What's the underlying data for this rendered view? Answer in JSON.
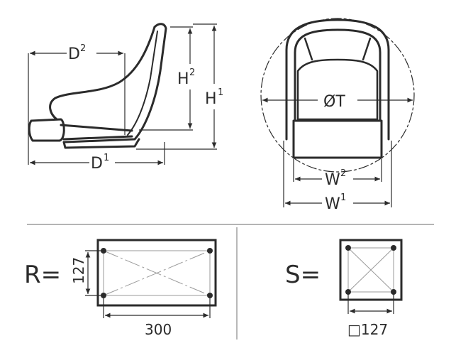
{
  "side_view": {
    "d2": {
      "base": "D",
      "sup": "2"
    },
    "d1": {
      "base": "D",
      "sup": "1"
    },
    "h2": {
      "base": "H",
      "sup": "2"
    },
    "h1": {
      "base": "H",
      "sup": "1"
    }
  },
  "front_view": {
    "diameter": "ØT",
    "w2": {
      "base": "W",
      "sup": "2"
    },
    "w1": {
      "base": "W",
      "sup": "1"
    }
  },
  "mount_r": {
    "label": "R=",
    "height": "127",
    "width": "300"
  },
  "mount_s": {
    "label": "S=",
    "size": "□127"
  },
  "colors": {
    "line": "#2b2b2b",
    "thin": "#9a9a9a",
    "divider": "#888888"
  }
}
